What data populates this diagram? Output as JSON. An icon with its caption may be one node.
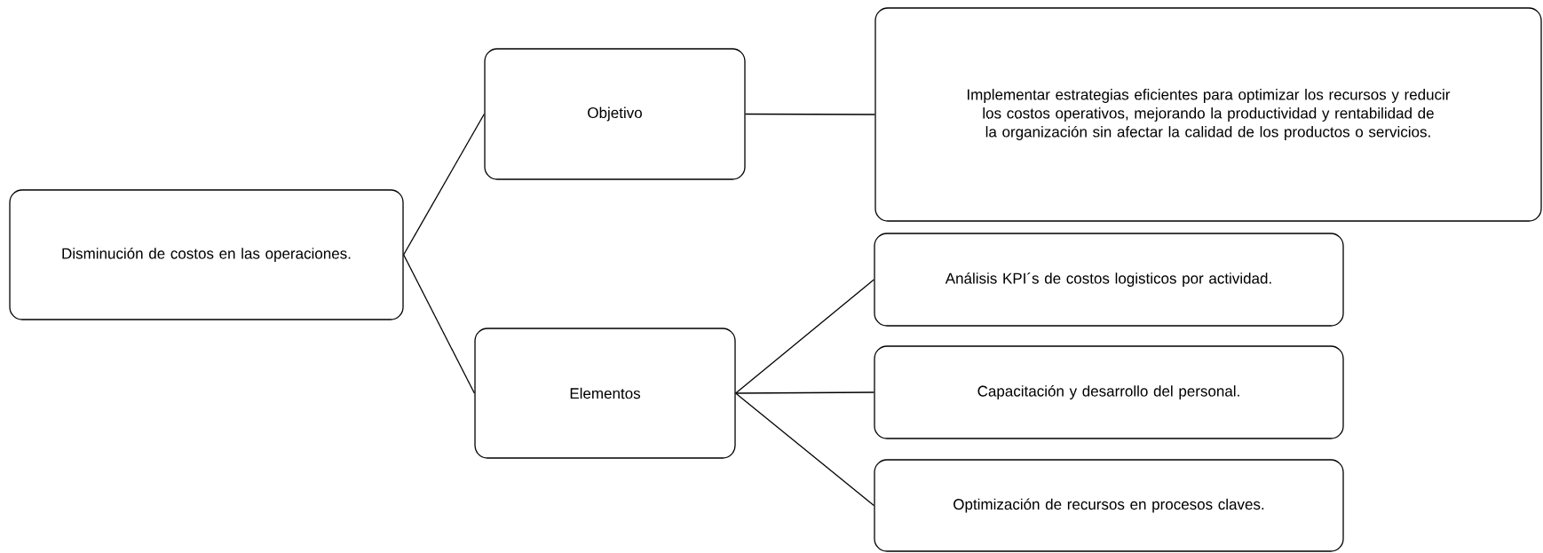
{
  "diagram": {
    "nodes": [
      {
        "text": [
          "Disminución de costos en las operaciones."
        ]
      },
      {
        "text": [
          "Objetivo"
        ]
      },
      {
        "text": [
          "Implementar estrategias eficientes para optimizar los recursos y reducir los costos operativos, mejorando la productividad y rentabilidad de la organización sin afectar la calidad de los productos o servicios."
        ]
      },
      {
        "text": [
          "Elementos"
        ]
      },
      {
        "text": [
          "Análisis KPI´s de costos logisticos por actividad."
        ]
      },
      {
        "text": [
          "Capacitación y desarrollo del personal."
        ]
      },
      {
        "text": [
          "Optimización de recursos en procesos claves."
        ]
      }
    ],
    "edges": [
      {
        "from": 0,
        "to": 1,
        "arrow": "none"
      },
      {
        "from": 0,
        "to": 3,
        "arrow": "none"
      },
      {
        "from": 1,
        "to": 2,
        "arrow": "none"
      },
      {
        "from": 3,
        "to": 4,
        "arrow": "none"
      },
      {
        "from": 3,
        "to": 5,
        "arrow": "none"
      },
      {
        "from": 3,
        "to": 6,
        "arrow": "none"
      }
    ]
  }
}
